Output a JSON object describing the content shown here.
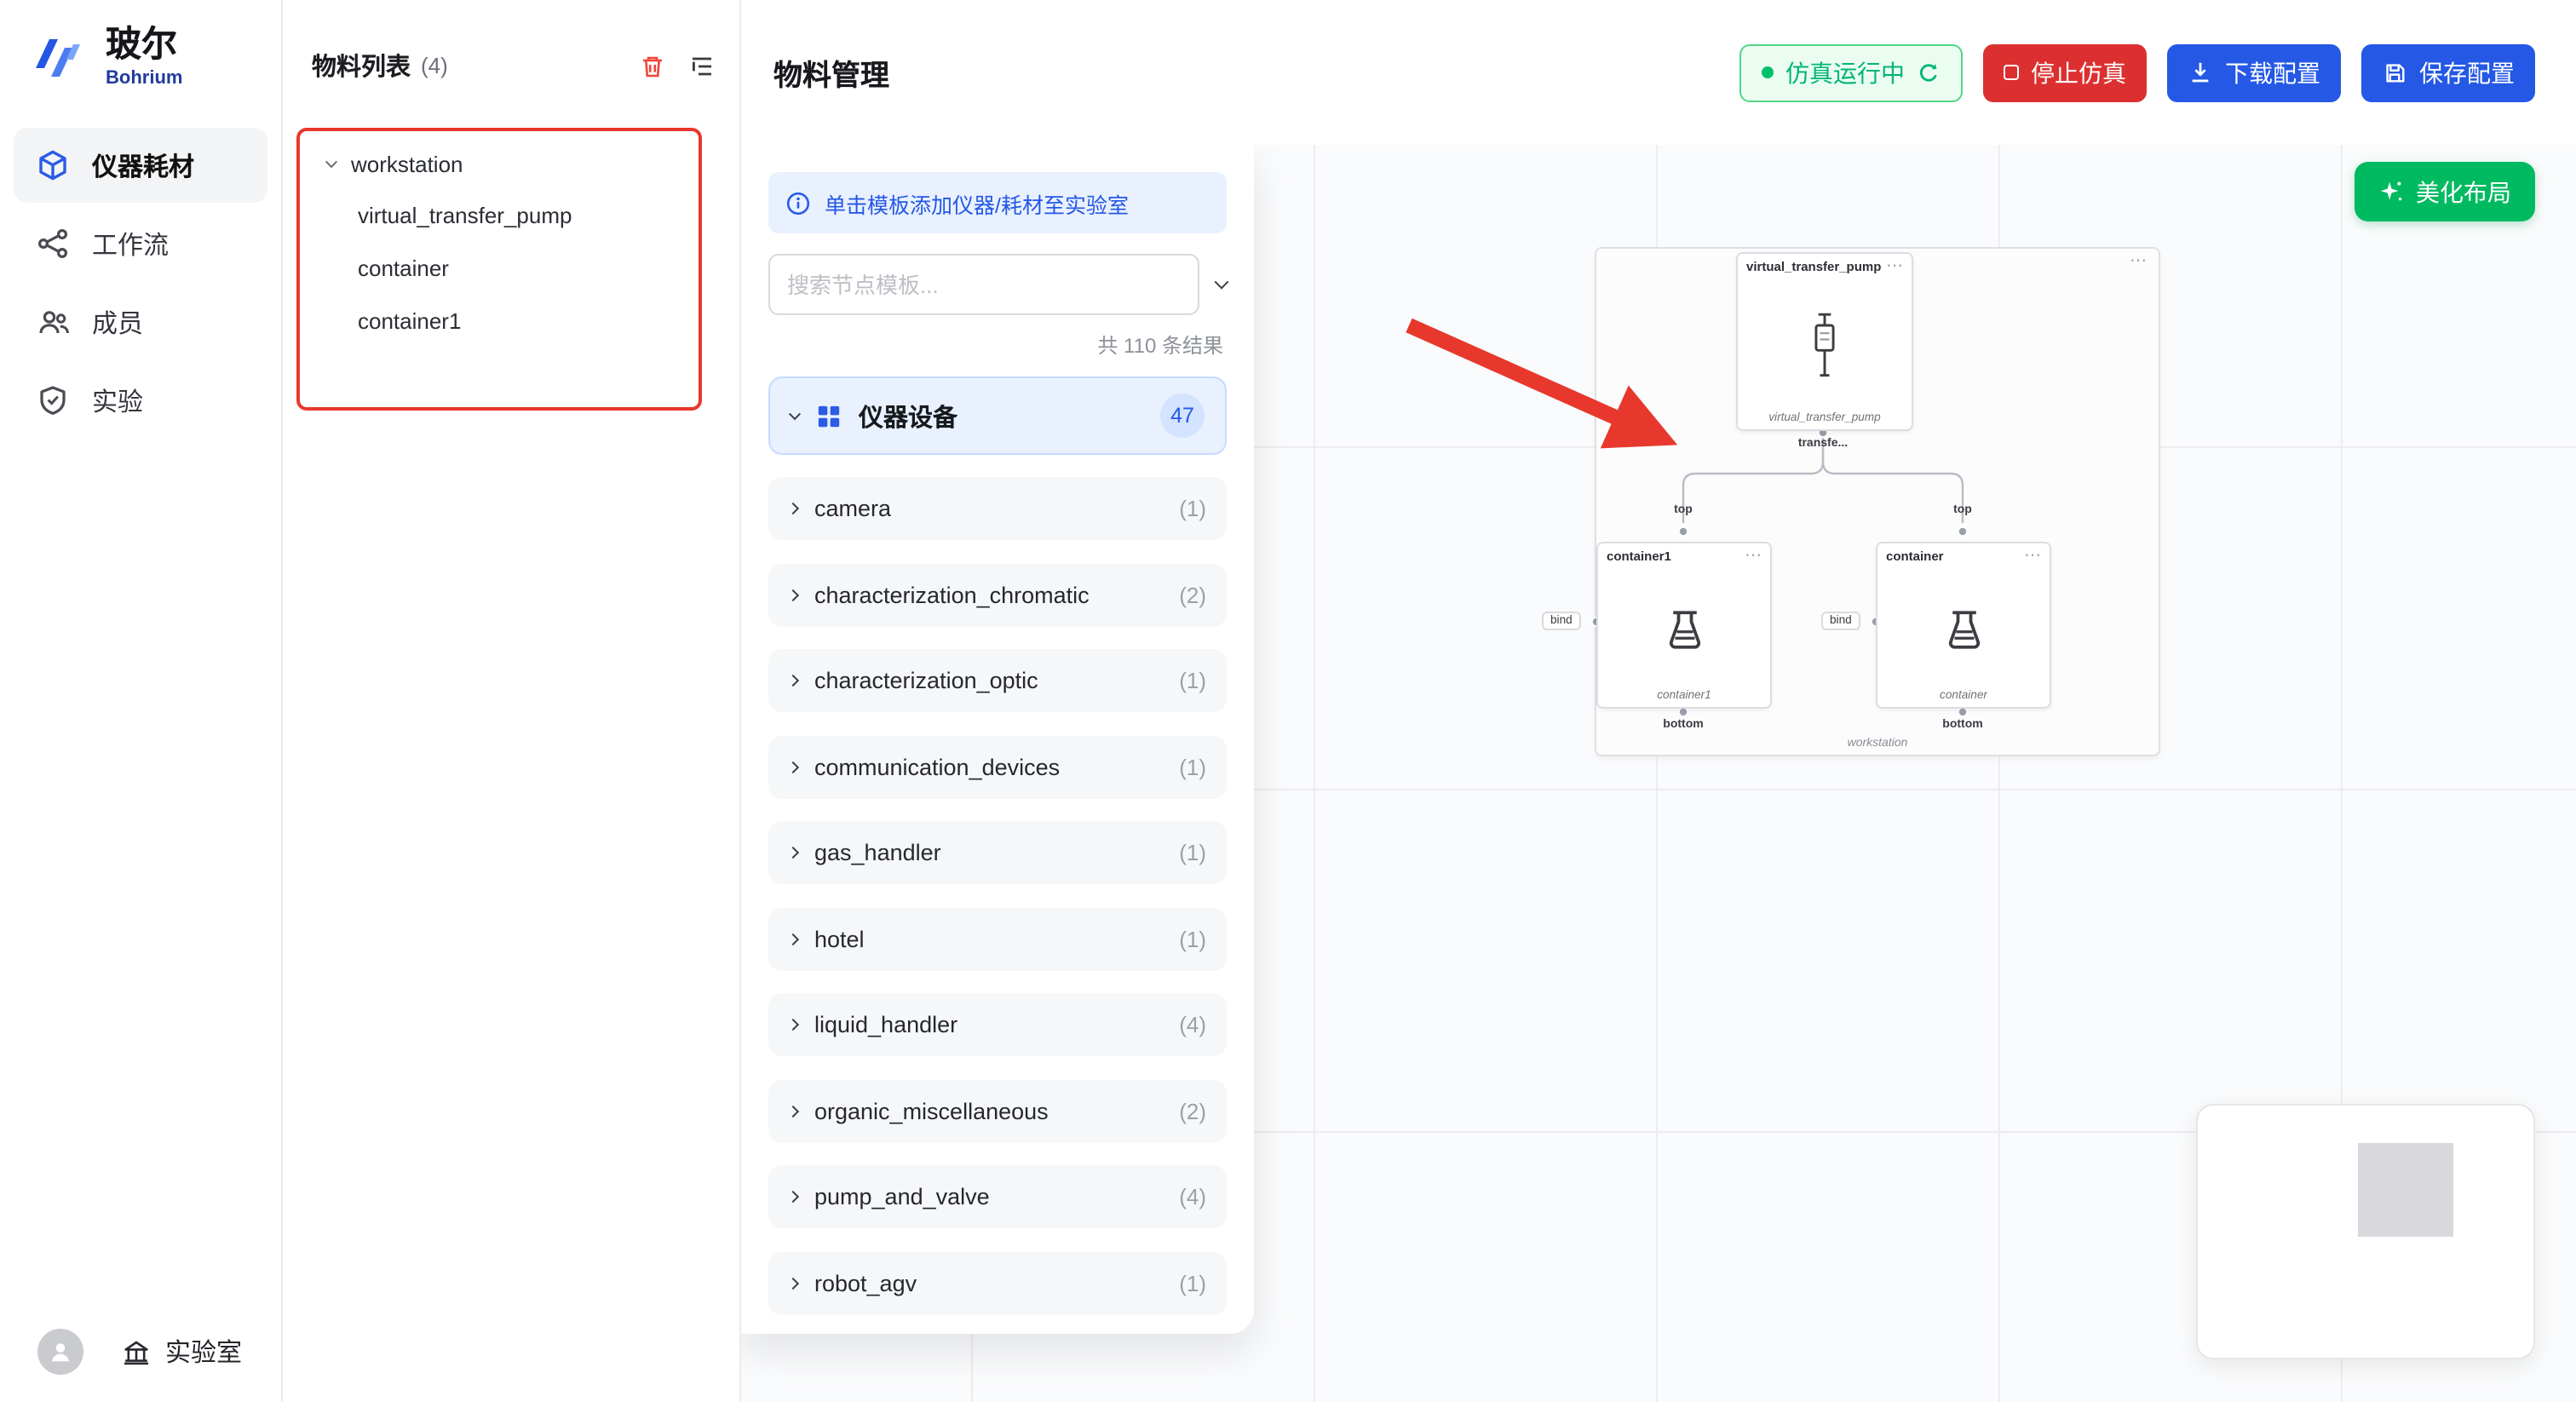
{
  "brand": {
    "name": "玻尔",
    "sub": "Bohrium"
  },
  "sidebar": {
    "items": [
      {
        "label": "仪器耗材"
      },
      {
        "label": "工作流"
      },
      {
        "label": "成员"
      },
      {
        "label": "实验"
      }
    ],
    "footer_label": "实验室"
  },
  "materials": {
    "title": "物料列表",
    "count": "(4)",
    "tree": {
      "root": "workstation",
      "children": [
        "virtual_transfer_pump",
        "container",
        "container1"
      ]
    }
  },
  "header": {
    "title": "物料管理",
    "status": "仿真运行中",
    "stop": "停止仿真",
    "download": "下载配置",
    "save": "保存配置"
  },
  "tpl": {
    "banner": "单击模板添加仪器/耗材至实验室",
    "search_ph": "搜索节点模板...",
    "results": "共 110 条结果",
    "cat": {
      "label": "仪器设备",
      "count": "47"
    },
    "items": [
      {
        "label": "camera",
        "count": "(1)"
      },
      {
        "label": "characterization_chromatic",
        "count": "(2)"
      },
      {
        "label": "characterization_optic",
        "count": "(1)"
      },
      {
        "label": "communication_devices",
        "count": "(1)"
      },
      {
        "label": "gas_handler",
        "count": "(1)"
      },
      {
        "label": "hotel",
        "count": "(1)"
      },
      {
        "label": "liquid_handler",
        "count": "(4)"
      },
      {
        "label": "organic_miscellaneous",
        "count": "(2)"
      },
      {
        "label": "pump_and_valve",
        "count": "(4)"
      },
      {
        "label": "robot_agv",
        "count": "(1)"
      }
    ]
  },
  "canvas": {
    "beautify": "美化布局",
    "more_icon": "⋯",
    "workstation_label": "workstation",
    "pump": {
      "title": "virtual_transfer_pump",
      "sub": "virtual_transfer_pump",
      "port": "transfe..."
    },
    "container1": {
      "title": "container1",
      "sub": "container1"
    },
    "container": {
      "title": "container",
      "sub": "container"
    },
    "ports": {
      "top": "top",
      "bottom": "bottom",
      "bind": "bind"
    }
  },
  "colors": {
    "primary_blue": "#2458e5",
    "danger_red": "#dc3030",
    "success_green": "#00ba61",
    "status_green": "#00b578",
    "annotation_red": "#e8382d"
  }
}
